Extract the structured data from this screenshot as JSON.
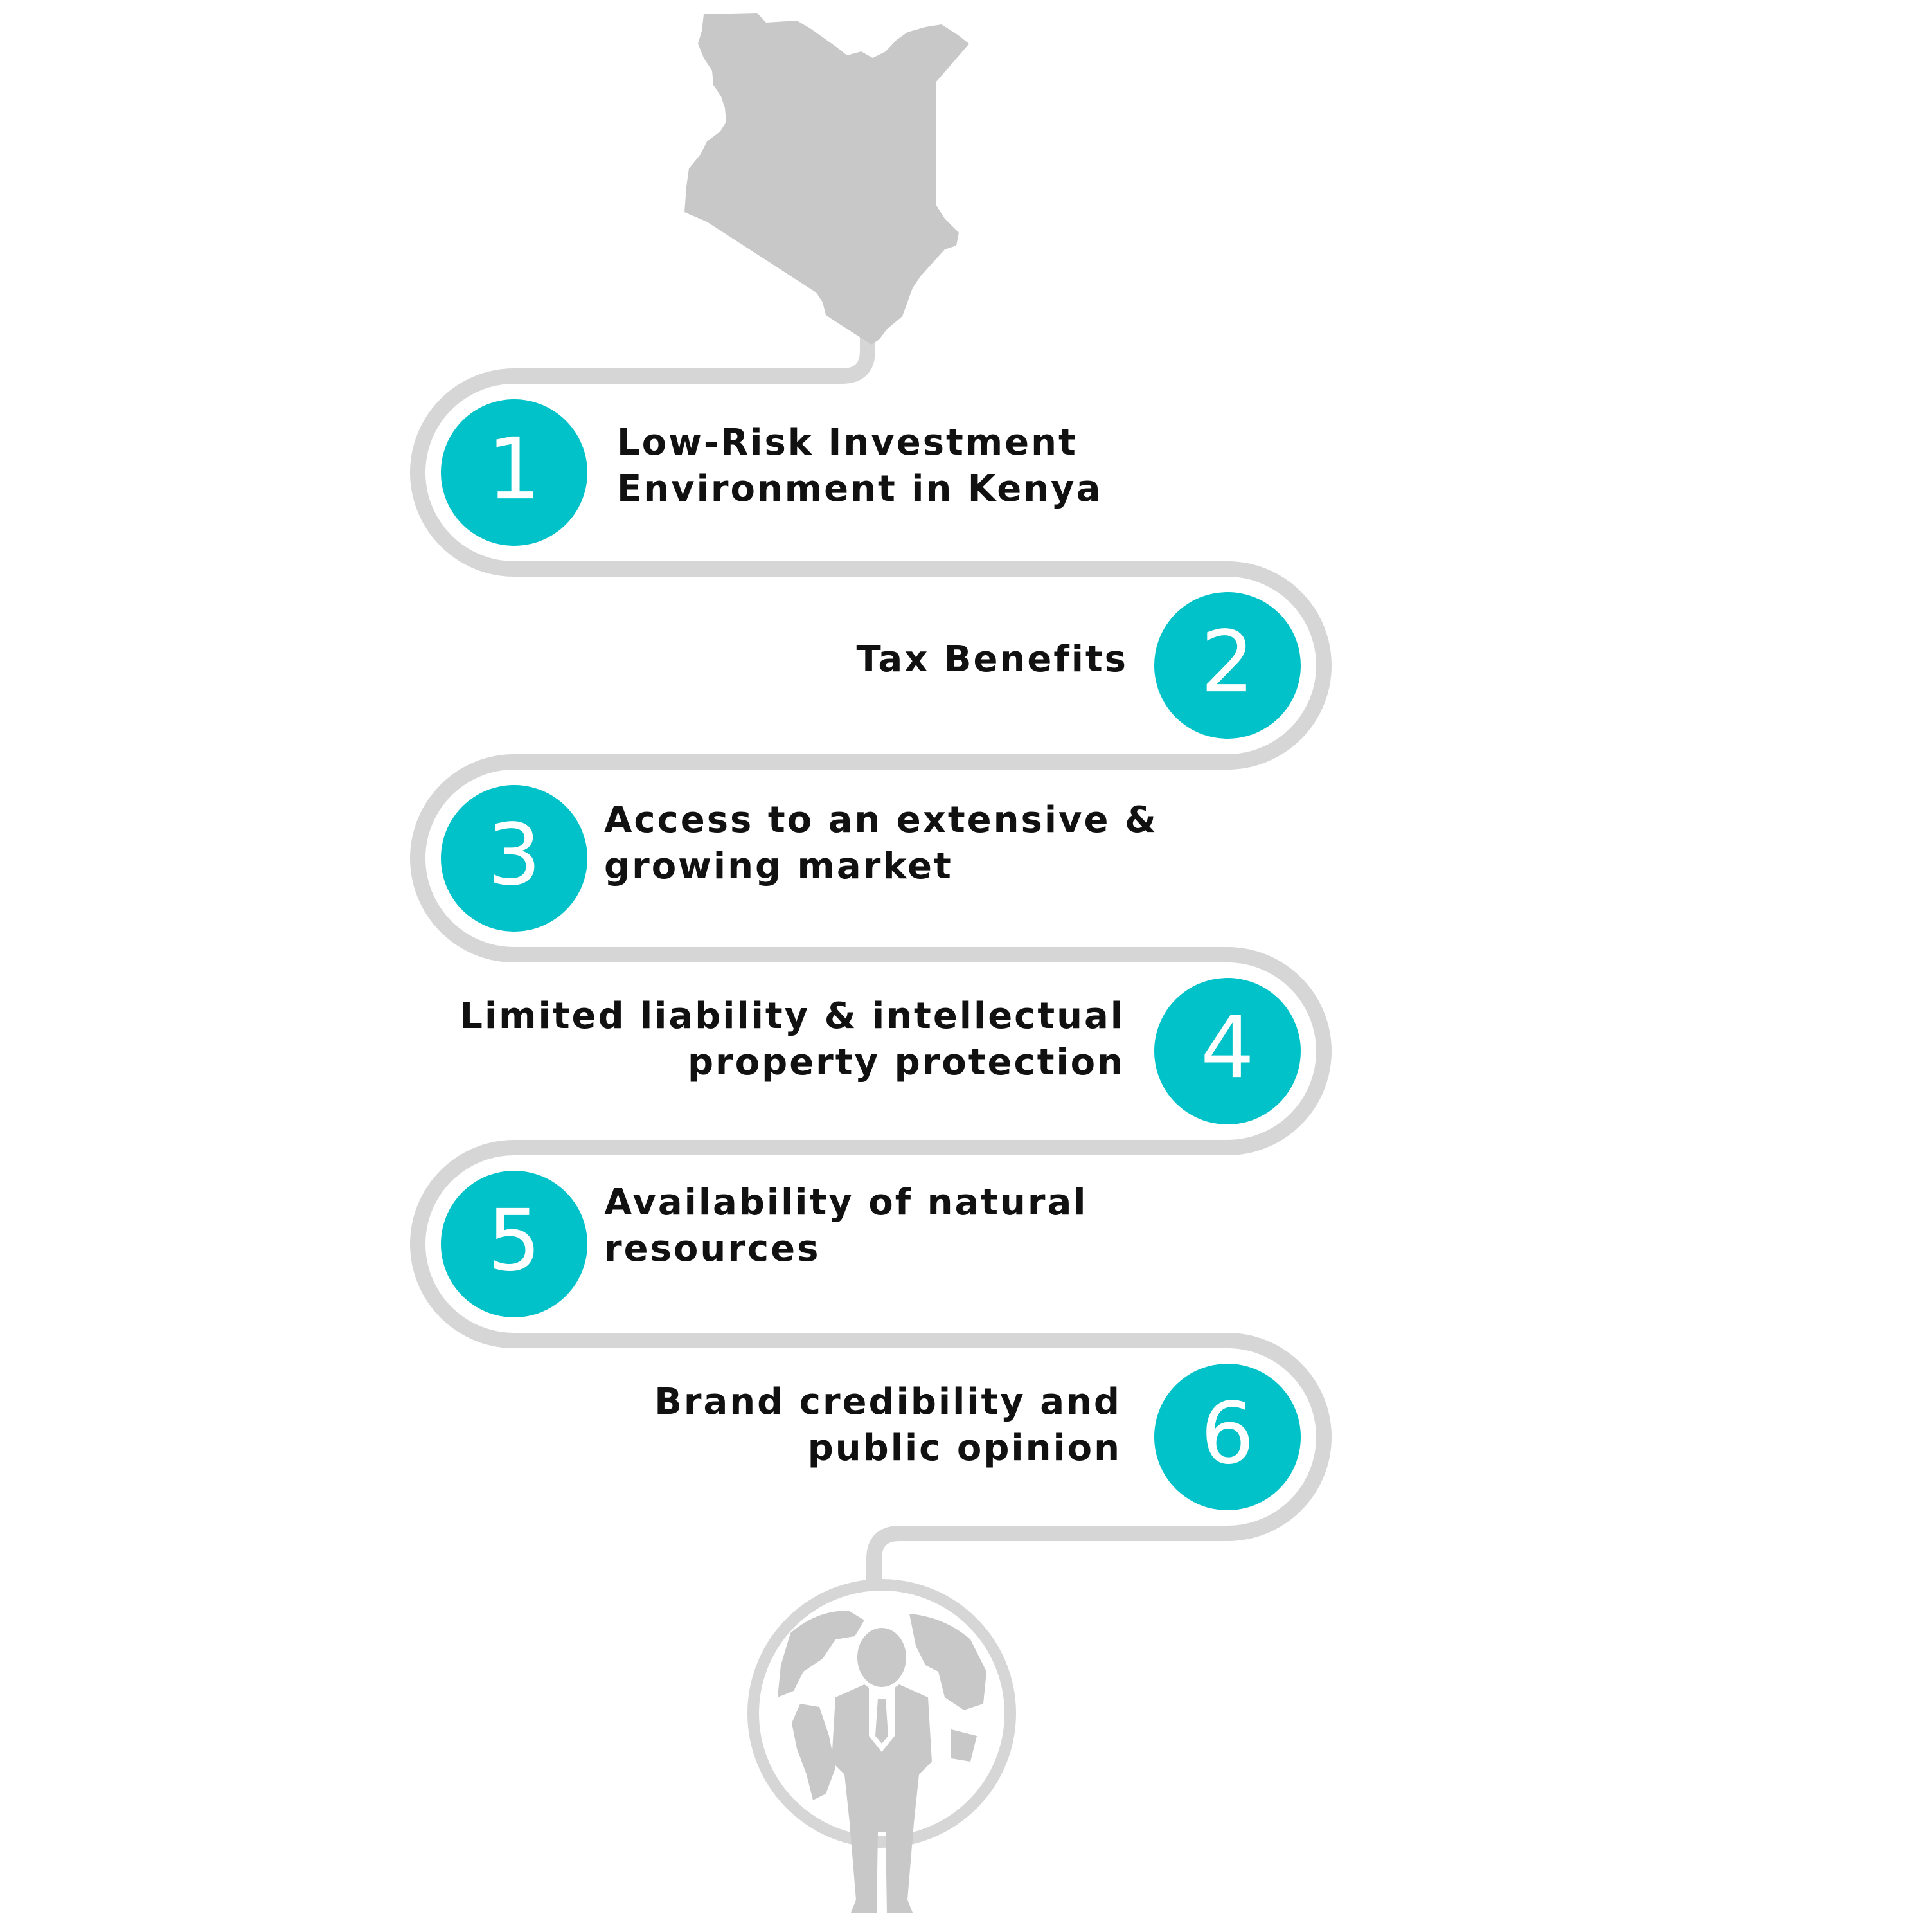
{
  "colors": {
    "accent": "#00c2c8",
    "path": "#d6d6d6",
    "silhouette": "#c8c8c8",
    "text": "#111111",
    "number_text": "#ffffff"
  },
  "icons": {
    "top": "kenya-map-icon",
    "bottom": "globe-businessman-icon"
  },
  "steps": [
    {
      "number": "1",
      "lines": [
        "Low-Risk Investment",
        "Environment in Kenya"
      ]
    },
    {
      "number": "2",
      "lines": [
        "Tax Benefits"
      ]
    },
    {
      "number": "3",
      "lines": [
        "Access to an extensive &",
        "growing market"
      ]
    },
    {
      "number": "4",
      "lines": [
        "Limited liability & intellectual",
        "property protection"
      ]
    },
    {
      "number": "5",
      "lines": [
        "Availability of natural",
        "resources"
      ]
    },
    {
      "number": "6",
      "lines": [
        "Brand credibility and",
        "public opinion"
      ]
    }
  ]
}
